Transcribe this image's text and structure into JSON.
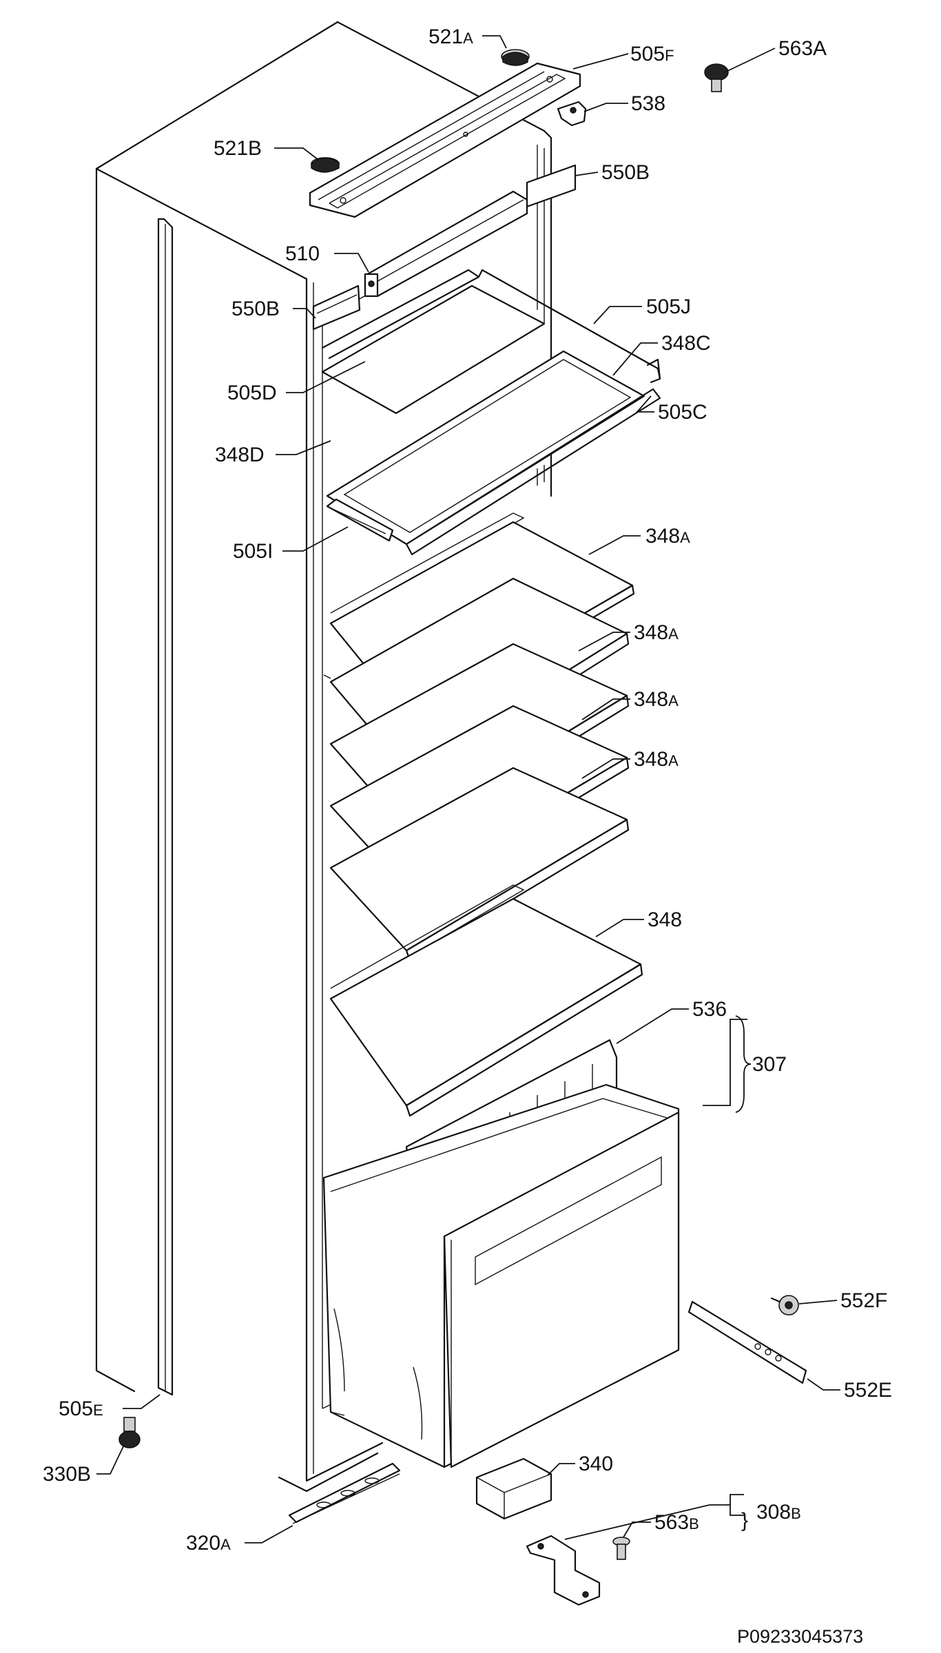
{
  "callouts": {
    "c521A": {
      "main": "521",
      "suffix": "A"
    },
    "c505F": {
      "main": "505",
      "suffix": "F"
    },
    "c563A": {
      "main": "563A",
      "suffix": ""
    },
    "c538": {
      "main": "538",
      "suffix": ""
    },
    "c521B": {
      "main": "521B",
      "suffix": ""
    },
    "c550B_r": {
      "main": "550B",
      "suffix": ""
    },
    "c510": {
      "main": "510",
      "suffix": ""
    },
    "c550B_l": {
      "main": "550B",
      "suffix": ""
    },
    "c505J": {
      "main": "505J",
      "suffix": ""
    },
    "c348C": {
      "main": "348C",
      "suffix": ""
    },
    "c505D": {
      "main": "505D",
      "suffix": ""
    },
    "c505C": {
      "main": "505C",
      "suffix": ""
    },
    "c348D": {
      "main": "348D",
      "suffix": ""
    },
    "c505I": {
      "main": "505I",
      "suffix": ""
    },
    "c348A_1": {
      "main": "348",
      "suffix": "A"
    },
    "c348A_2": {
      "main": "348",
      "suffix": "A"
    },
    "c348A_3": {
      "main": "348",
      "suffix": "A"
    },
    "c348A_4": {
      "main": "348",
      "suffix": "A"
    },
    "c348": {
      "main": "348",
      "suffix": ""
    },
    "c536": {
      "main": "536",
      "suffix": ""
    },
    "c307": {
      "main": "307",
      "suffix": ""
    },
    "c552F": {
      "main": "552F",
      "suffix": ""
    },
    "c552E": {
      "main": "552E",
      "suffix": ""
    },
    "c505E": {
      "main": "505",
      "suffix": "E"
    },
    "c330B": {
      "main": "330B",
      "suffix": ""
    },
    "c340": {
      "main": "340",
      "suffix": ""
    },
    "c563B": {
      "main": "563",
      "suffix": "B"
    },
    "c308B": {
      "main": "308",
      "suffix": "B"
    },
    "c320A": {
      "main": "320",
      "suffix": "A"
    }
  },
  "footer": {
    "drawing_number": "P09233045373"
  }
}
